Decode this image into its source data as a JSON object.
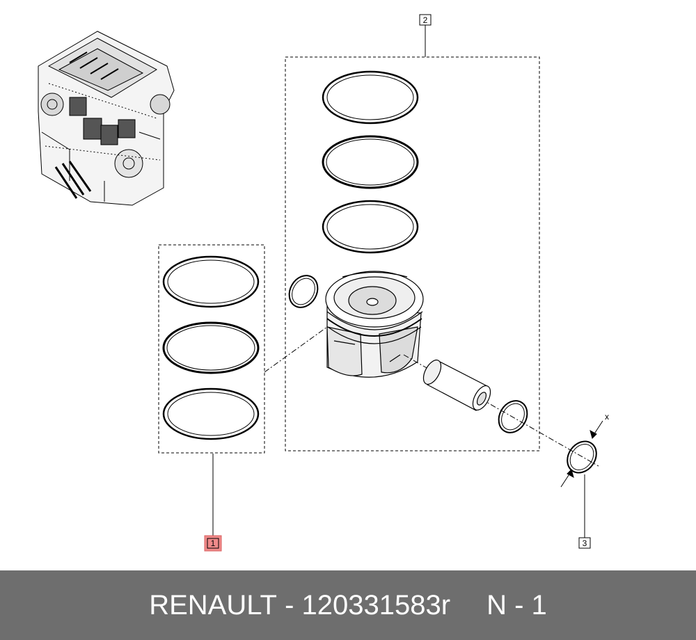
{
  "diagram": {
    "callouts": [
      {
        "number": "1",
        "highlighted": true
      },
      {
        "number": "2",
        "highlighted": false
      },
      {
        "number": "3",
        "highlighted": false
      }
    ],
    "axis_mark": "x",
    "highlight_color": "#f08a8a"
  },
  "footer": {
    "brand": "RENAULT",
    "separator": "-",
    "part_number": "120331583r",
    "qty_label": "N - 1"
  },
  "icons": [
    "engine-illustration",
    "piston-ring",
    "piston",
    "piston-pin",
    "circlip"
  ]
}
